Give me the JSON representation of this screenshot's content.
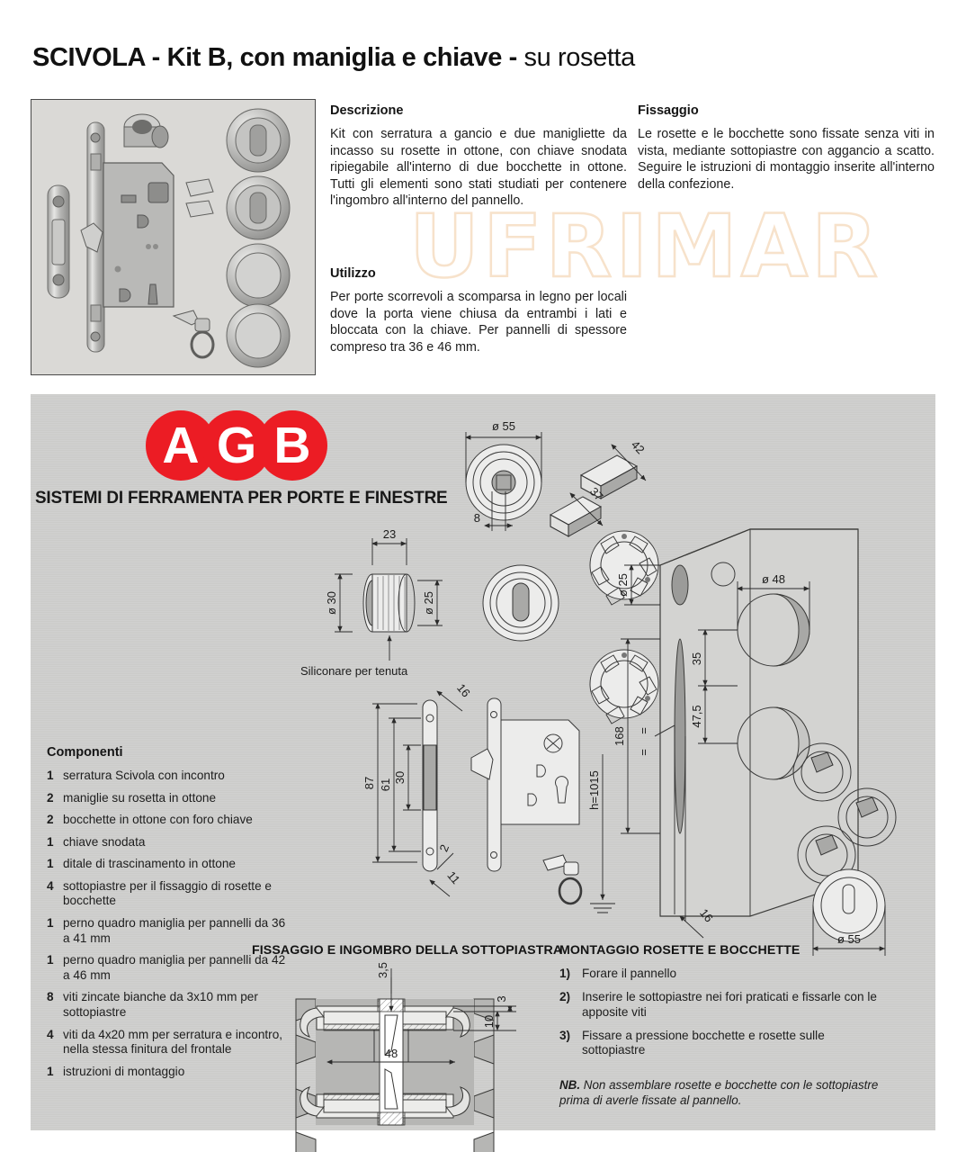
{
  "header": {
    "title_bold": "SCIVOLA - Kit B, con maniglia e chiave",
    "title_sep": " - ",
    "title_light": "su rosetta"
  },
  "watermark": {
    "text": "UFRIMAR"
  },
  "columns": {
    "descrizione": {
      "heading": "Descrizione",
      "body": "Kit con serratura a gancio e due manigliette da incasso su rosette in ottone, con chiave snodata ripiegabile all'interno di due bocchette in ottone. Tutti gli elementi sono stati studiati per contenere l'ingombro all'interno del pannello."
    },
    "fissaggio": {
      "heading": "Fissaggio",
      "body": "Le rosette e le bocchette sono fissate senza viti in vista, mediante sottopiastre con aggancio a scatto. Seguire le istruzioni di montaggio inserite all'interno della confezione."
    },
    "utilizzo": {
      "heading": "Utilizzo",
      "body": "Per porte scorrevoli a scomparsa in legno per locali dove la porta viene chiusa da entrambi i lati e bloccata con la chiave. Per pannelli di spessore compreso tra 36 e 46 mm."
    }
  },
  "logo": {
    "letters": [
      "A",
      "G",
      "B"
    ],
    "tagline": "SISTEMI DI FERRAMENTA PER PORTE E FINESTRE",
    "brand_color": "#ec1c24"
  },
  "componenti": {
    "heading": "Componenti",
    "items": [
      {
        "qty": "1",
        "text": "serratura Scivola con incontro"
      },
      {
        "qty": "2",
        "text": "maniglie su rosetta in ottone"
      },
      {
        "qty": "2",
        "text": "bocchette in ottone con foro chiave"
      },
      {
        "qty": "1",
        "text": "chiave snodata"
      },
      {
        "qty": "1",
        "text": "ditale di trascinamento in ottone"
      },
      {
        "qty": "4",
        "text": "sottopiastre per il fissaggio di rosette e bocchette"
      },
      {
        "qty": "1",
        "text": "perno quadro maniglia per pannelli da 36 a 41 mm"
      },
      {
        "qty": "1",
        "text": "perno quadro maniglia per pannelli da 42 a 46 mm"
      },
      {
        "qty": "8",
        "text": "viti zincate bianche da 3x10 mm per sottopiastre"
      },
      {
        "qty": "4",
        "text": "viti da 4x20 mm per serratura e incontro, nella stessa finitura del frontale"
      },
      {
        "qty": "1",
        "text": "istruzioni di montaggio"
      }
    ]
  },
  "sections": {
    "fissaggio_sottopiastra": {
      "heading": "FISSAGGIO E INGOMBRO DELLA SOTTOPIASTRA"
    },
    "montaggio": {
      "heading": "MONTAGGIO ROSETTE E BOCCHETTE",
      "steps": [
        {
          "num": "1)",
          "text": "Forare il pannello"
        },
        {
          "num": "2)",
          "text": "Inserire le sottopiastre nei fori praticati e fissarle con le apposite viti"
        },
        {
          "num": "3)",
          "text": "Fissare a pressione bocchette e rosette sulle sottopiastre"
        }
      ],
      "note_label": "NB.",
      "note_text": " Non assemblare rosette e bocchette con le sottopiastre prima di averle fissate al pannello."
    }
  },
  "dimensions": {
    "rosetta_diam": "ø 55",
    "rosetta_thick": "8",
    "spindle_long": "42",
    "spindle_short": "37",
    "ditale_len": "23",
    "ditale_flange_diam": "ø 30",
    "ditale_body_diam": "ø 25",
    "ditale_note": "Siliconare per tenuta",
    "lock_16": "16",
    "lock_87": "87",
    "lock_61": "61",
    "lock_30": "30",
    "lock_2": "2",
    "lock_11": "11",
    "panel_hole_diam_25": "ø 25",
    "panel_168": "168",
    "panel_equal": "=",
    "panel_hole_diam_48": "ø 48",
    "panel_35": "35",
    "panel_475": "47,5",
    "panel_height": "h=1015",
    "panel_16": "16",
    "knob_diam_55": "ø 55",
    "sotto_35": "3,5",
    "sotto_3": "3",
    "sotto_10": "10",
    "sotto_48": "48"
  }
}
